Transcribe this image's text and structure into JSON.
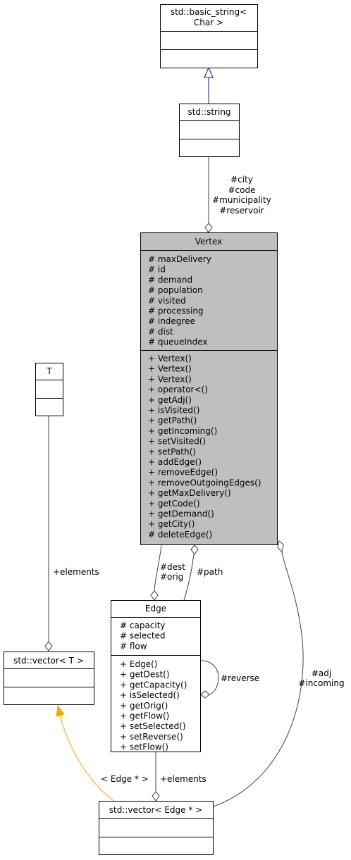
{
  "classes": {
    "basic_string": {
      "name_lines": [
        "std::basic_string<",
        "Char >"
      ]
    },
    "string": {
      "name": "std::string"
    },
    "vertex": {
      "name": "Vertex",
      "attributes": [
        "# maxDelivery",
        "# id",
        "# demand",
        "# population",
        "# visited",
        "# processing",
        "# indegree",
        "# dist",
        "# queueIndex"
      ],
      "methods": [
        "+ Vertex()",
        "+ Vertex()",
        "+ Vertex()",
        "+ operator<()",
        "+ getAdj()",
        "+ isVisited()",
        "+ getPath()",
        "+ getIncoming()",
        "+ setVisited()",
        "+ setPath()",
        "+ addEdge()",
        "+ removeEdge()",
        "+ removeOutgoingEdges()",
        "+ getMaxDelivery()",
        "+ getCode()",
        "+ getDemand()",
        "+ getCity()",
        "# deleteEdge()"
      ]
    },
    "t": {
      "name": "T"
    },
    "vector_t": {
      "name": "std::vector< T >"
    },
    "edge": {
      "name": "Edge",
      "attributes": [
        "# capacity",
        "# selected",
        "# flow"
      ],
      "methods": [
        "+ Edge()",
        "+ getDest()",
        "+ getCapacity()",
        "+ isSelected()",
        "+ getOrig()",
        "+ getFlow()",
        "+ setSelected()",
        "+ setReverse()",
        "+ setFlow()"
      ]
    },
    "vector_edge": {
      "name": "std::vector< Edge * >"
    }
  },
  "labels": {
    "string_vertex": [
      "#city",
      "#code",
      "#municipality",
      "#reservoir"
    ],
    "dest_orig": [
      "#dest",
      "#orig"
    ],
    "path": "#path",
    "reverse": "#reverse",
    "adj_incoming": [
      "#adj",
      "#incoming"
    ],
    "t_elements": "+elements",
    "edge_elements": "+elements",
    "template_arg": "< Edge * >"
  },
  "colors": {
    "highlight_fill": "#bfbfbf",
    "inheritance_edge": "#191970",
    "template_edge": "#ffa500",
    "association_edge": "#404040"
  }
}
